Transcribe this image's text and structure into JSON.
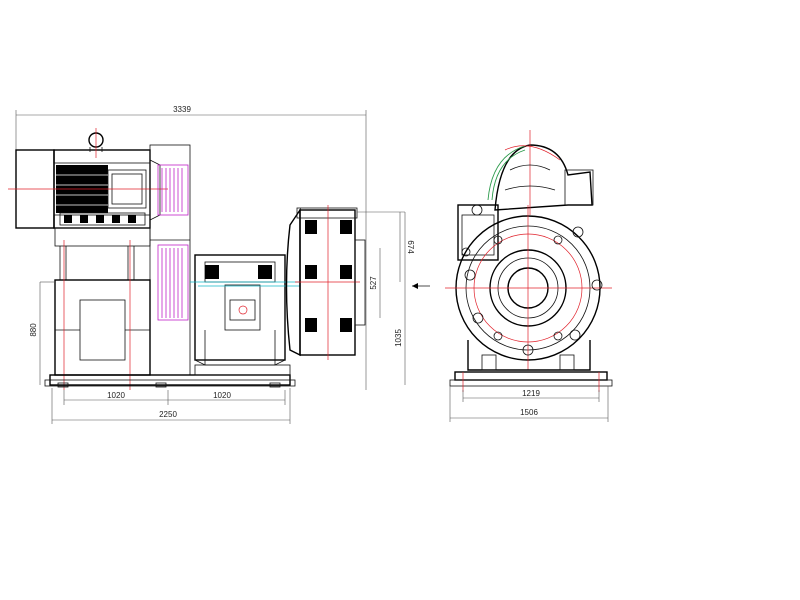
{
  "dimensions": {
    "overall_length": "3339",
    "height_outlet": "674",
    "outlet_offset": "527",
    "overall_height": "1035",
    "base_height": "880",
    "spacing_left": "1020",
    "spacing_right": "1020",
    "base_length": "2250",
    "side_inner_width": "1219",
    "side_overall_width": "1506"
  },
  "colors": {
    "line": "#111111",
    "centerline": "#e0202a",
    "highlight": "#c020c8",
    "accent": "#10b8c8",
    "coil": "#2a9a4a",
    "dimension_text": "#222222"
  }
}
